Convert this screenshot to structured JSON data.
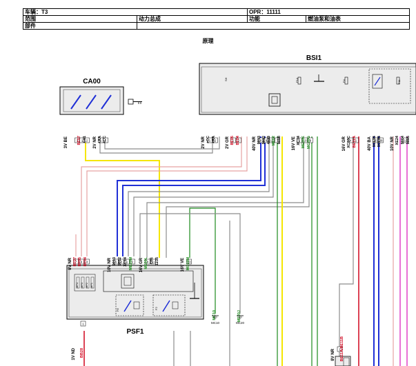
{
  "header": {
    "vehicle": "车辆：T3",
    "opr": "OPR：11111",
    "scope_label": "范围",
    "scope_value": "动力总成",
    "function_label": "功能",
    "function_value": "燃油泵和油表",
    "part_label": "部件"
  },
  "title": "原理",
  "components": {
    "bsi1": "BSI1",
    "ca00": "CA00",
    "psf1": "PSF1"
  },
  "bsi_internal": {
    "sh": "SH",
    "f14": "F14",
    "f4": "F4",
    "f11": "F11"
  },
  "ca00_connector": {
    "label": "3V BE",
    "pins": [
      "3",
      "1",
      "2"
    ],
    "wires": [
      {
        "id": "BF07",
        "color": "#d0021b"
      },
      {
        "id": "C01",
        "color": "#000000"
      }
    ]
  },
  "ca00_connector2": {
    "label": "2V NR",
    "pins": [
      "1",
      "2"
    ],
    "wires": [
      {
        "id": "+AA",
        "color": "#000000"
      },
      {
        "id": "+CC",
        "color": "#000000"
      }
    ]
  },
  "bsi_connectors": [
    {
      "label": "2V NR",
      "pins": [
        "1",
        "2"
      ],
      "wires": [
        {
          "id": "+CC",
          "color": "#000000"
        },
        {
          "id": "+AA",
          "color": "#000000"
        }
      ]
    },
    {
      "label": "2V GR",
      "pins": [
        "1",
        "2"
      ],
      "wires": [
        {
          "id": "BF05",
          "color": "#d0021b"
        },
        {
          "id": "BF04",
          "color": "#d0021b"
        }
      ]
    },
    {
      "label": "40V NR",
      "pins": [
        "8",
        "9",
        "15",
        "7"
      ],
      "wires": [
        {
          "id": "9013",
          "color": "#000000"
        },
        {
          "id": "9012",
          "color": "#000000"
        },
        {
          "id": "4033",
          "color": "#000000"
        },
        {
          "id": "ME02",
          "color": "#1a8a1a"
        },
        {
          "id": "9008",
          "color": "#000000"
        }
      ]
    },
    {
      "label": "16V VE",
      "pins": [
        "1",
        "10",
        "9"
      ],
      "wires": [
        {
          "id": "XC14",
          "color": "#000000"
        },
        {
          "id": "ME20K",
          "color": "#1a8a1a"
        },
        {
          "id": "MC20G",
          "color": "#1a8a1a"
        }
      ]
    },
    {
      "label": "16V GR",
      "pins": [
        "4",
        "1"
      ],
      "wires": [
        {
          "id": "XC16C",
          "color": "#000000"
        },
        {
          "id": "BE11A",
          "color": "#d0021b"
        }
      ]
    },
    {
      "label": "40V BA",
      "pins": [
        "40",
        "28"
      ],
      "wires": [
        {
          "id": "9013B",
          "color": "#000000"
        },
        {
          "id": "9013B",
          "color": "#000000"
        }
      ]
    },
    {
      "label": "10V NR",
      "pins": [
        "10"
      ],
      "wires": [
        {
          "id": "XE24",
          "color": "#000000"
        },
        {
          "id": "9004",
          "color": "#000000"
        },
        {
          "id": "9005",
          "color": "#000000"
        }
      ]
    }
  ],
  "psf_connectors": [
    {
      "label": "8V NR",
      "pins": [
        "7",
        "6",
        "4"
      ],
      "wires": [
        {
          "id": "BF07",
          "color": "#d0021b"
        },
        {
          "id": "BF05",
          "color": "#d0021b"
        },
        {
          "id": "BF04",
          "color": "#d0021b"
        }
      ]
    },
    {
      "label": "10V NR",
      "pins": [
        "5",
        "3",
        "1",
        "2"
      ],
      "wires": [
        {
          "id": "9013",
          "color": "#000000"
        },
        {
          "id": "9012",
          "color": "#000000"
        },
        {
          "id": "XC14",
          "color": "#000000"
        },
        {
          "id": "ME20M",
          "color": "#1a8a1a"
        }
      ]
    },
    {
      "label": "16V GR",
      "pins": [
        "9",
        "11"
      ],
      "wires": [
        {
          "id": "ME20L",
          "color": "#1a8a1a"
        },
        {
          "id": "C01",
          "color": "#000000"
        },
        {
          "id": "1235",
          "color": "#000000"
        }
      ]
    },
    {
      "label": "16V VE",
      "pins": [
        "13"
      ],
      "wires": [
        {
          "id": "MC10M",
          "color": "#1a8a1a"
        }
      ]
    }
  ],
  "psf_internal": {
    "fuses": [
      "MF4",
      "MF3",
      "MF2",
      "MF1"
    ],
    "f8": "F8",
    "f2": "F2"
  },
  "grounds": [
    {
      "wire": "MC10",
      "label": "MC10"
    },
    {
      "wire": "ME20J",
      "label": "MC20"
    }
  ],
  "bottom_left": {
    "label": "1V ND",
    "pin": "1",
    "wire": {
      "id": "BB28",
      "color": "#d0021b"
    }
  },
  "bottom_right": {
    "label": "8V NR",
    "pin": "1",
    "wire": {
      "id": "BE11A/BE11B",
      "color": "#d0021b"
    }
  },
  "colors": {
    "red": "#d0021b",
    "blue": "#1f2fd6",
    "yellow": "#f5e600",
    "green": "#1a8a1a",
    "magenta": "#e040c8",
    "pink": "#e7a2a2",
    "gray": "#8c8c8c",
    "component_fill": "#ececec"
  }
}
